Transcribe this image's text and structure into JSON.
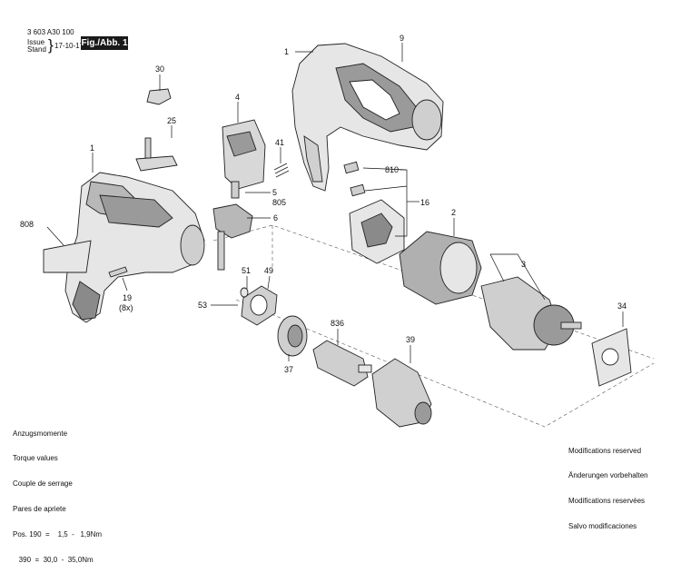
{
  "header": {
    "document_number": "3 603 A30 100",
    "issue_label": "Issue",
    "stand_label": "Stand",
    "date": "17-10-17",
    "figure_label": "Fig./Abb. 1"
  },
  "parts": [
    {
      "id": "p9",
      "label": "9"
    },
    {
      "id": "p1a",
      "label": "1"
    },
    {
      "id": "p30",
      "label": "30"
    },
    {
      "id": "p4",
      "label": "4"
    },
    {
      "id": "p25",
      "label": "25"
    },
    {
      "id": "p41",
      "label": "41"
    },
    {
      "id": "p1b",
      "label": "1"
    },
    {
      "id": "p810",
      "label": "810"
    },
    {
      "id": "p5",
      "label": "5"
    },
    {
      "id": "p805",
      "label": "805"
    },
    {
      "id": "p16",
      "label": "16"
    },
    {
      "id": "p6",
      "label": "6"
    },
    {
      "id": "p2",
      "label": "2"
    },
    {
      "id": "p808",
      "label": "808"
    },
    {
      "id": "p3",
      "label": "3"
    },
    {
      "id": "p51",
      "label": "51"
    },
    {
      "id": "p49",
      "label": "49"
    },
    {
      "id": "p19",
      "label": "19"
    },
    {
      "id": "p8x",
      "label": "(8x)"
    },
    {
      "id": "p53",
      "label": "53"
    },
    {
      "id": "p34",
      "label": "34"
    },
    {
      "id": "p836",
      "label": "836"
    },
    {
      "id": "p39",
      "label": "39"
    },
    {
      "id": "p37",
      "label": "37"
    }
  ],
  "torque": {
    "lines": [
      "Anzugsmomente",
      "Torque values",
      "Couple de serrage",
      "Pares de apriete",
      "Pos. 190  =    1,5  -   1,9Nm",
      "   390  =  30,0  -  35,0Nm"
    ]
  },
  "modifications": {
    "lines": [
      "Modifications reserved",
      "Änderungen vorbehalten",
      "Modifications reservées",
      "Salvo modificaciones"
    ]
  },
  "colors": {
    "part_fill": "#e6e6e6",
    "part_dark": "#9a9a9a",
    "badge": "#1a1a1a"
  }
}
